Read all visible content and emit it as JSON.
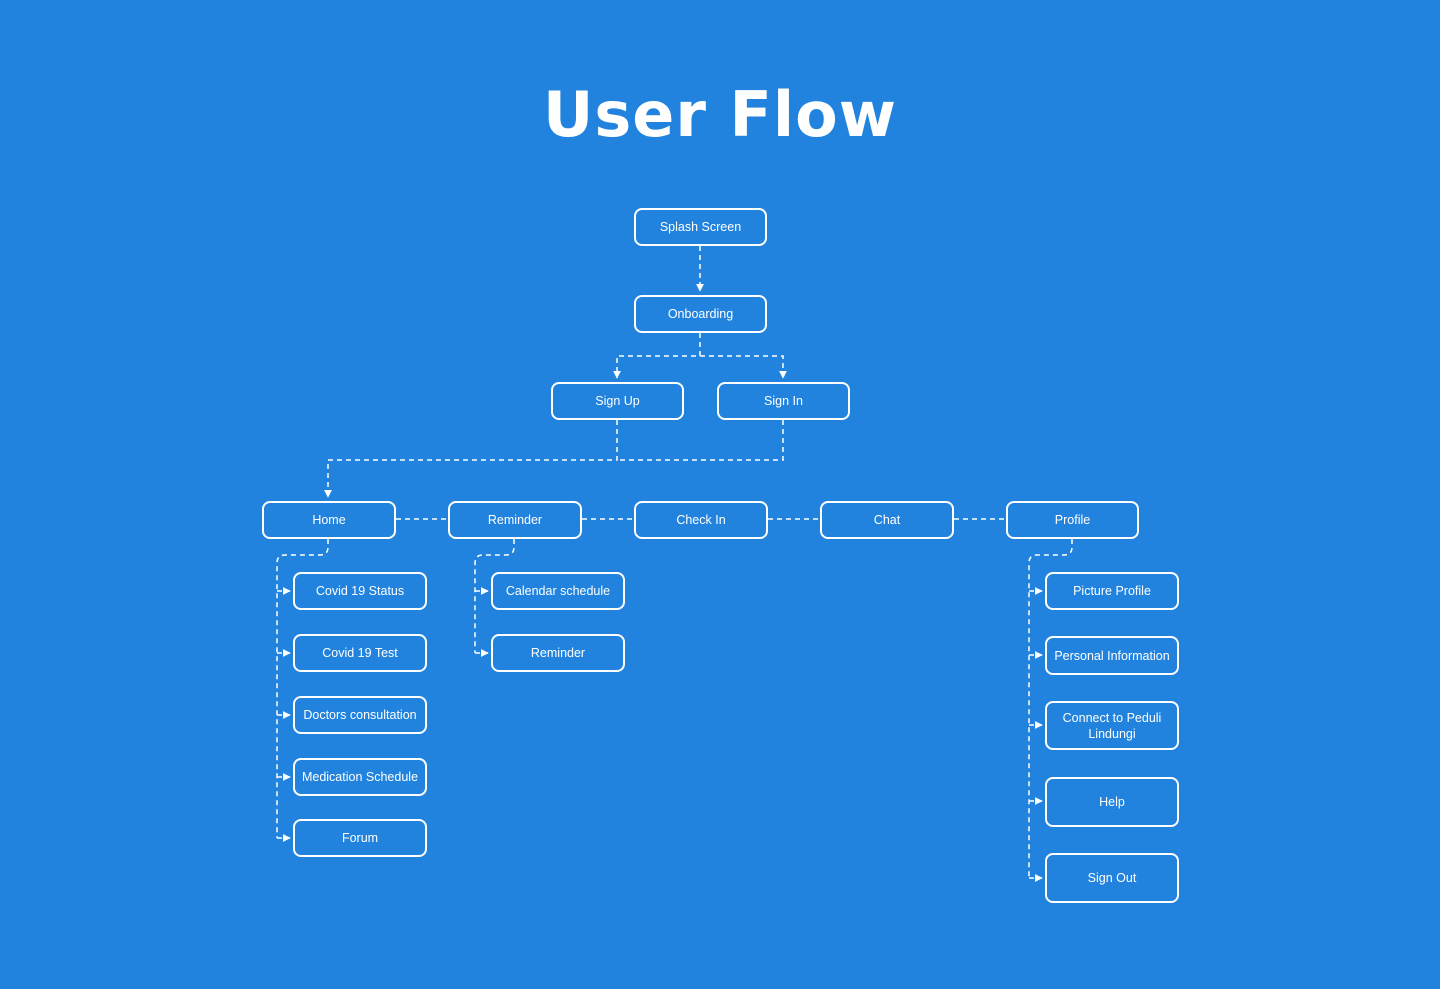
{
  "title": "User Flow",
  "colors": {
    "background": "#2183de",
    "line": "#ffffff"
  },
  "nodes": {
    "splash": "Splash Screen",
    "onboarding": "Onboarding",
    "signup": "Sign Up",
    "signin": "Sign In",
    "home": "Home",
    "reminder": "Reminder",
    "checkin": "Check In",
    "chat": "Chat",
    "profile": "Profile",
    "covid_status": "Covid 19 Status",
    "covid_test": "Covid 19 Test",
    "doctors": "Doctors consultation",
    "medication": "Medication Schedule",
    "forum": "Forum",
    "calendar": "Calendar schedule",
    "reminder_sub": "Reminder",
    "picture_profile": "Picture Profile",
    "personal_info": "Personal Information",
    "connect_peduli": "Connect to Peduli Lindungi",
    "help": "Help",
    "signout": "Sign Out"
  }
}
